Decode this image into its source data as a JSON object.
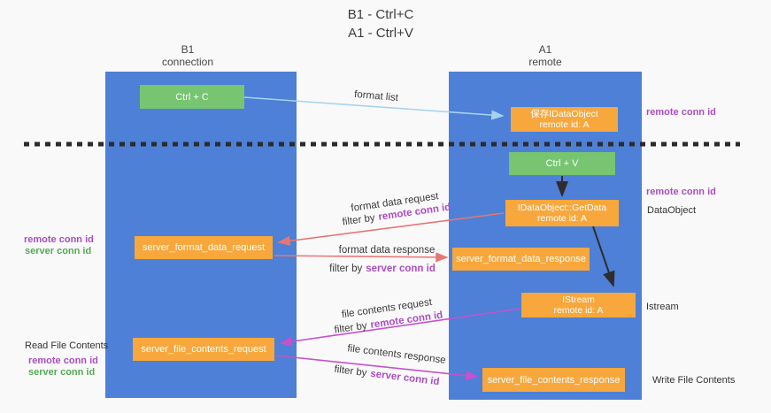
{
  "title": {
    "line1": "B1 - Ctrl+C",
    "line2": "A1 - Ctrl+V"
  },
  "columns": {
    "left": {
      "name": "B1",
      "subtitle": "connection"
    },
    "right": {
      "name": "A1",
      "subtitle": "remote"
    }
  },
  "nodes": {
    "ctrl_c": "Ctrl + C",
    "ctrl_v": "Ctrl + V",
    "save_dataobject": {
      "line1": "保存IDataObject",
      "line2": "remote id: A"
    },
    "getdata": {
      "line1": "IDataObject::GetData",
      "line2": "remote id: A"
    },
    "istream": {
      "line1": "IStream",
      "line2": "remote id: A"
    },
    "server_format_data_request": "server_format_data_request",
    "server_format_data_response": "server_format_data_response",
    "server_file_contents_request": "server_file_contents_request",
    "server_file_contents_response": "server_file_contents_response"
  },
  "arrow_labels": {
    "format_list": "format list",
    "format_data_request": "format data request",
    "format_data_response": "format data response",
    "file_contents_request": "file contents request",
    "file_contents_response": "file contents response",
    "filter_by": "filter by",
    "remote_conn_id": "remote conn id",
    "server_conn_id": "server conn id"
  },
  "side_labels": {
    "remote_conn_id": "remote conn id",
    "server_conn_id": "server conn id",
    "dataobject": "DataObject",
    "istream": "Istream",
    "read_file_contents": "Read File Contents",
    "write_file_contents": "Write File Contents"
  },
  "colors": {
    "column_blue": "#4d80d6",
    "box_green": "#77c471",
    "box_orange": "#f8a73c",
    "remote_conn_purple": "#aa4ec2",
    "server_conn_green": "#55aa55",
    "request_arrow_red": "#e87575",
    "contents_arrow_magenta": "#c651cd",
    "format_list_arrow_blue": "#a6d2f0",
    "black_arrow": "#2d2d2d",
    "divider_black": "#2b2b2b"
  }
}
